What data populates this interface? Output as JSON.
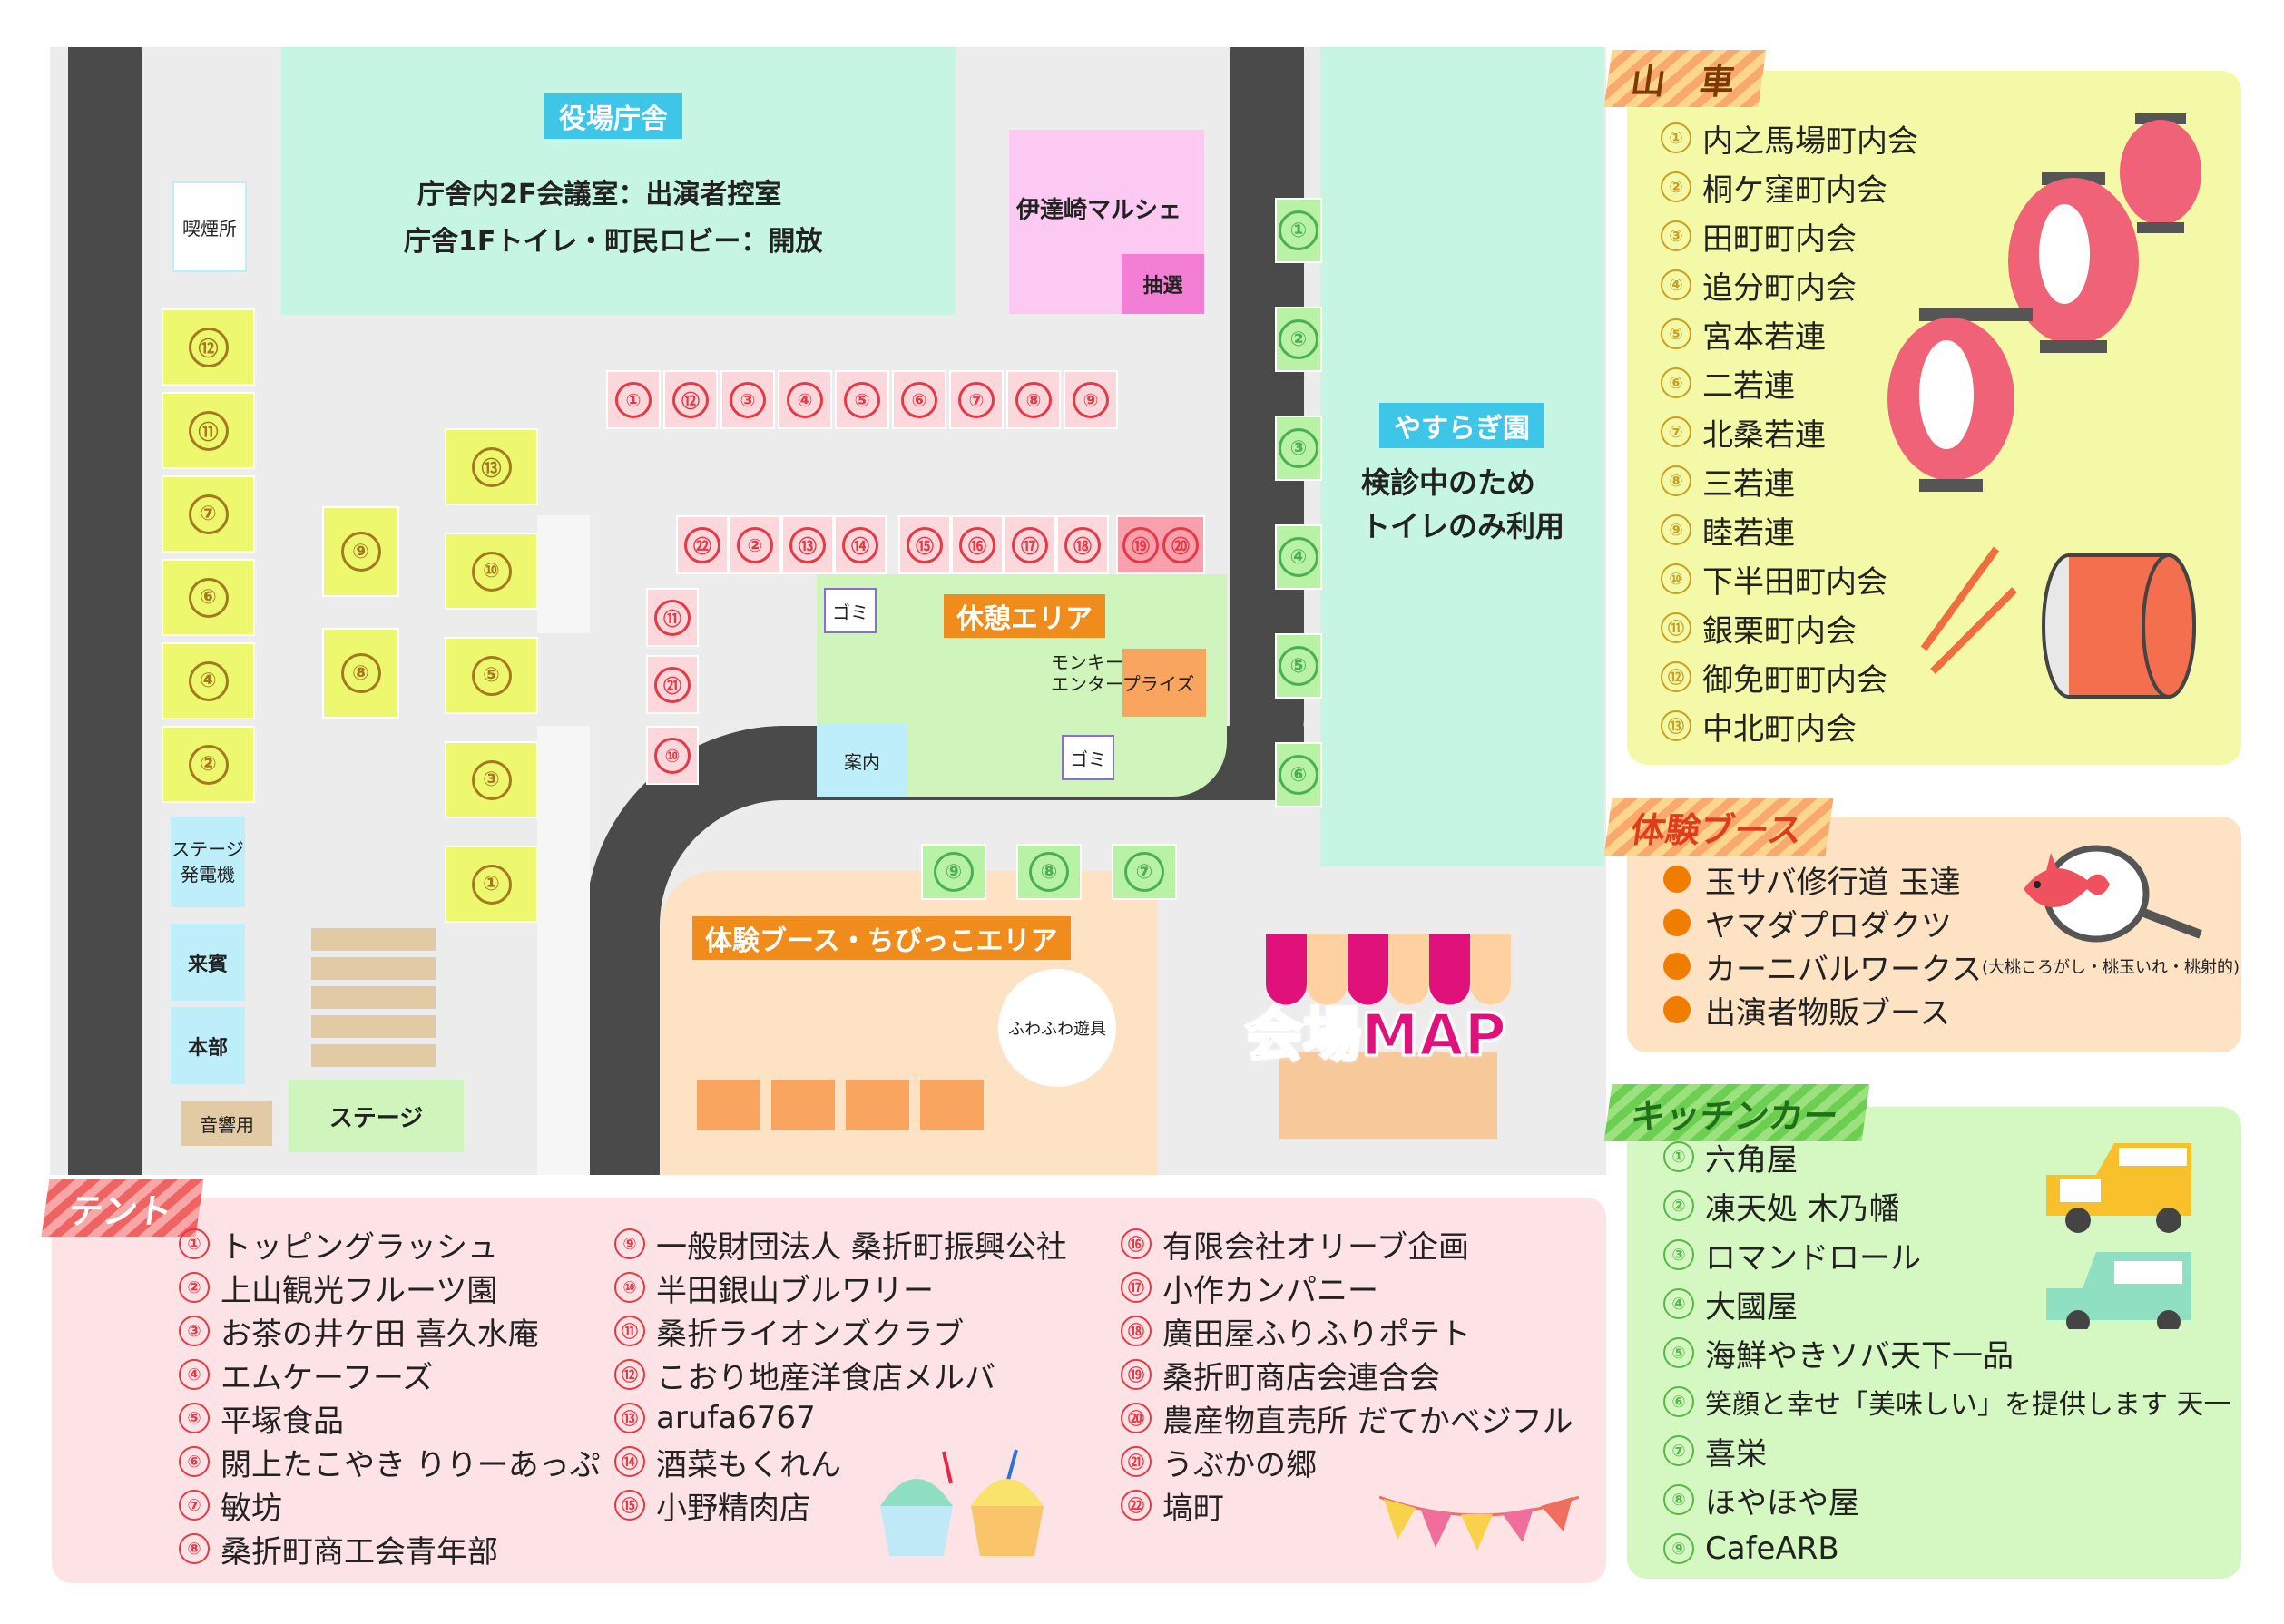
{
  "map": {
    "yakuba": {
      "title": "役場庁舎",
      "line1": "庁舎内2F会議室：出演者控室",
      "line2": "庁舎1Fトイレ・町民ロビー：開放"
    },
    "marche": {
      "title": "伊達崎マルシェ",
      "lottery": "抽選"
    },
    "smoking": "喫煙所",
    "yasuragi": {
      "title": "やすらぎ園",
      "line1": "検診中のため",
      "line2": "トイレのみ利用"
    },
    "rest_area": "休憩エリア",
    "gomi1": "ゴミ",
    "gomi2": "ゴミ",
    "info": "案内",
    "monkey": "モンキー\nエンタープライズ",
    "experience_area": "体験ブース・ちびっこエリア",
    "fuwafuwa": "ふわふわ遊具",
    "generator": "ステージ\n発電機",
    "guest": "来賓",
    "hq": "本部",
    "sound": "音響用",
    "stage": "ステージ",
    "map_badge": "会場MAP",
    "pink_row1": [
      "①",
      "⑫",
      "③",
      "④",
      "⑤",
      "⑥",
      "⑦",
      "⑧",
      "⑨"
    ],
    "pink_row2": [
      "㉒",
      "②",
      "⑬",
      "⑭",
      "⑮",
      "⑯",
      "⑰",
      "⑱"
    ],
    "pink_double": [
      "⑲",
      "⑳"
    ],
    "pink_col": [
      "⑪",
      "㉑",
      "⑩"
    ],
    "yellow_left": [
      "⑫",
      "⑪",
      "⑦",
      "⑥",
      "④",
      "②"
    ],
    "yellow_mid": [
      "⑨",
      "⑧"
    ],
    "yellow_right": [
      "⑬",
      "⑩",
      "⑤",
      "③",
      "①"
    ],
    "green_right": [
      "①",
      "②",
      "③",
      "④",
      "⑤",
      "⑥"
    ],
    "green_bottom": [
      "⑨",
      "⑧",
      "⑦"
    ]
  },
  "dashi": {
    "title": "山　車",
    "items": [
      {
        "num": "①",
        "name": "内之馬場町内会"
      },
      {
        "num": "②",
        "name": "桐ケ窪町内会"
      },
      {
        "num": "③",
        "name": "田町町内会"
      },
      {
        "num": "④",
        "name": "追分町内会"
      },
      {
        "num": "⑤",
        "name": "宮本若連"
      },
      {
        "num": "⑥",
        "name": "二若連"
      },
      {
        "num": "⑦",
        "name": "北桑若連"
      },
      {
        "num": "⑧",
        "name": "三若連"
      },
      {
        "num": "⑨",
        "name": "睦若連"
      },
      {
        "num": "⑩",
        "name": "下半田町内会"
      },
      {
        "num": "⑪",
        "name": "銀栗町内会"
      },
      {
        "num": "⑫",
        "name": "御免町町内会"
      },
      {
        "num": "⑬",
        "name": "中北町内会"
      }
    ]
  },
  "taiken": {
    "title": "体験ブース",
    "items": [
      {
        "name": "玉サバ修行道 玉達",
        "note": ""
      },
      {
        "name": "ヤマダプロダクツ",
        "note": ""
      },
      {
        "name": "カーニバルワークス",
        "note": "(大桃ころがし・桃玉いれ・桃射的)"
      },
      {
        "name": "出演者物販ブース",
        "note": ""
      }
    ]
  },
  "kitchen": {
    "title": "キッチンカー",
    "items": [
      {
        "num": "①",
        "name": "六角屋"
      },
      {
        "num": "②",
        "name": "凍天処 木乃幡"
      },
      {
        "num": "③",
        "name": "ロマンドロール"
      },
      {
        "num": "④",
        "name": "大國屋"
      },
      {
        "num": "⑤",
        "name": "海鮮やきソバ天下一品"
      },
      {
        "num": "⑥",
        "name": "笑顔と幸せ「美味しい」を提供します 天一"
      },
      {
        "num": "⑦",
        "name": "喜栄"
      },
      {
        "num": "⑧",
        "name": "ほやほや屋"
      },
      {
        "num": "⑨",
        "name": "CafeARB"
      }
    ]
  },
  "tent": {
    "title": "テント",
    "col1": [
      {
        "num": "①",
        "name": "トッピングラッシュ"
      },
      {
        "num": "②",
        "name": "上山観光フルーツ園"
      },
      {
        "num": "③",
        "name": "お茶の井ケ田 喜久水庵"
      },
      {
        "num": "④",
        "name": "エムケーフーズ"
      },
      {
        "num": "⑤",
        "name": "平塚食品"
      },
      {
        "num": "⑥",
        "name": "閖上たこやき りりーあっぷ"
      },
      {
        "num": "⑦",
        "name": "敏坊"
      },
      {
        "num": "⑧",
        "name": "桑折町商工会青年部"
      }
    ],
    "col2": [
      {
        "num": "⑨",
        "name": "一般財団法人 桑折町振興公社"
      },
      {
        "num": "⑩",
        "name": "半田銀山ブルワリー"
      },
      {
        "num": "⑪",
        "name": "桑折ライオンズクラブ"
      },
      {
        "num": "⑫",
        "name": "こおり地産洋食店メルバ"
      },
      {
        "num": "⑬",
        "name": "arufa6767"
      },
      {
        "num": "⑭",
        "name": "酒菜もくれん"
      },
      {
        "num": "⑮",
        "name": "小野精肉店"
      }
    ],
    "col3": [
      {
        "num": "⑯",
        "name": "有限会社オリーブ企画"
      },
      {
        "num": "⑰",
        "name": "小作カンパニー"
      },
      {
        "num": "⑱",
        "name": "廣田屋ふりふりポテト"
      },
      {
        "num": "⑲",
        "name": "桑折町商店会連合会"
      },
      {
        "num": "⑳",
        "name": "農産物直売所 だてかベジフル"
      },
      {
        "num": "㉑",
        "name": "うぶかの郷"
      },
      {
        "num": "㉒",
        "name": "塙町"
      }
    ]
  },
  "colors": {
    "road": "#4a4a4a",
    "ground": "#ececec",
    "yakuba": "#c6f5e3",
    "yellow_panel": "#f3f9a7",
    "orange_panel": "#fde2c4",
    "green_panel": "#d5f7c2",
    "pink_panel": "#fde3e6"
  }
}
